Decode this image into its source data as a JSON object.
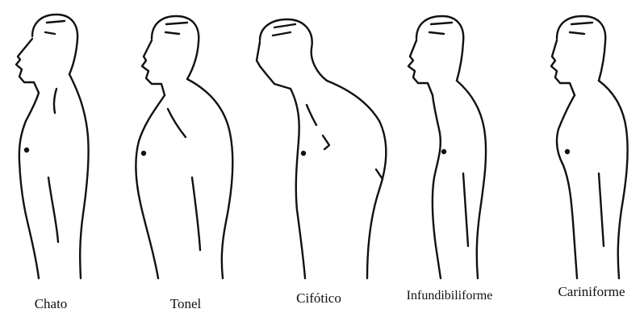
{
  "figure": {
    "ink_color": "#111111",
    "background": "#ffffff",
    "types": [
      {
        "label": "Chato"
      },
      {
        "label": "Tonel"
      },
      {
        "label": "Cifótico"
      },
      {
        "label": "Infundibiliforme"
      },
      {
        "label": "Cariniforme"
      }
    ]
  }
}
